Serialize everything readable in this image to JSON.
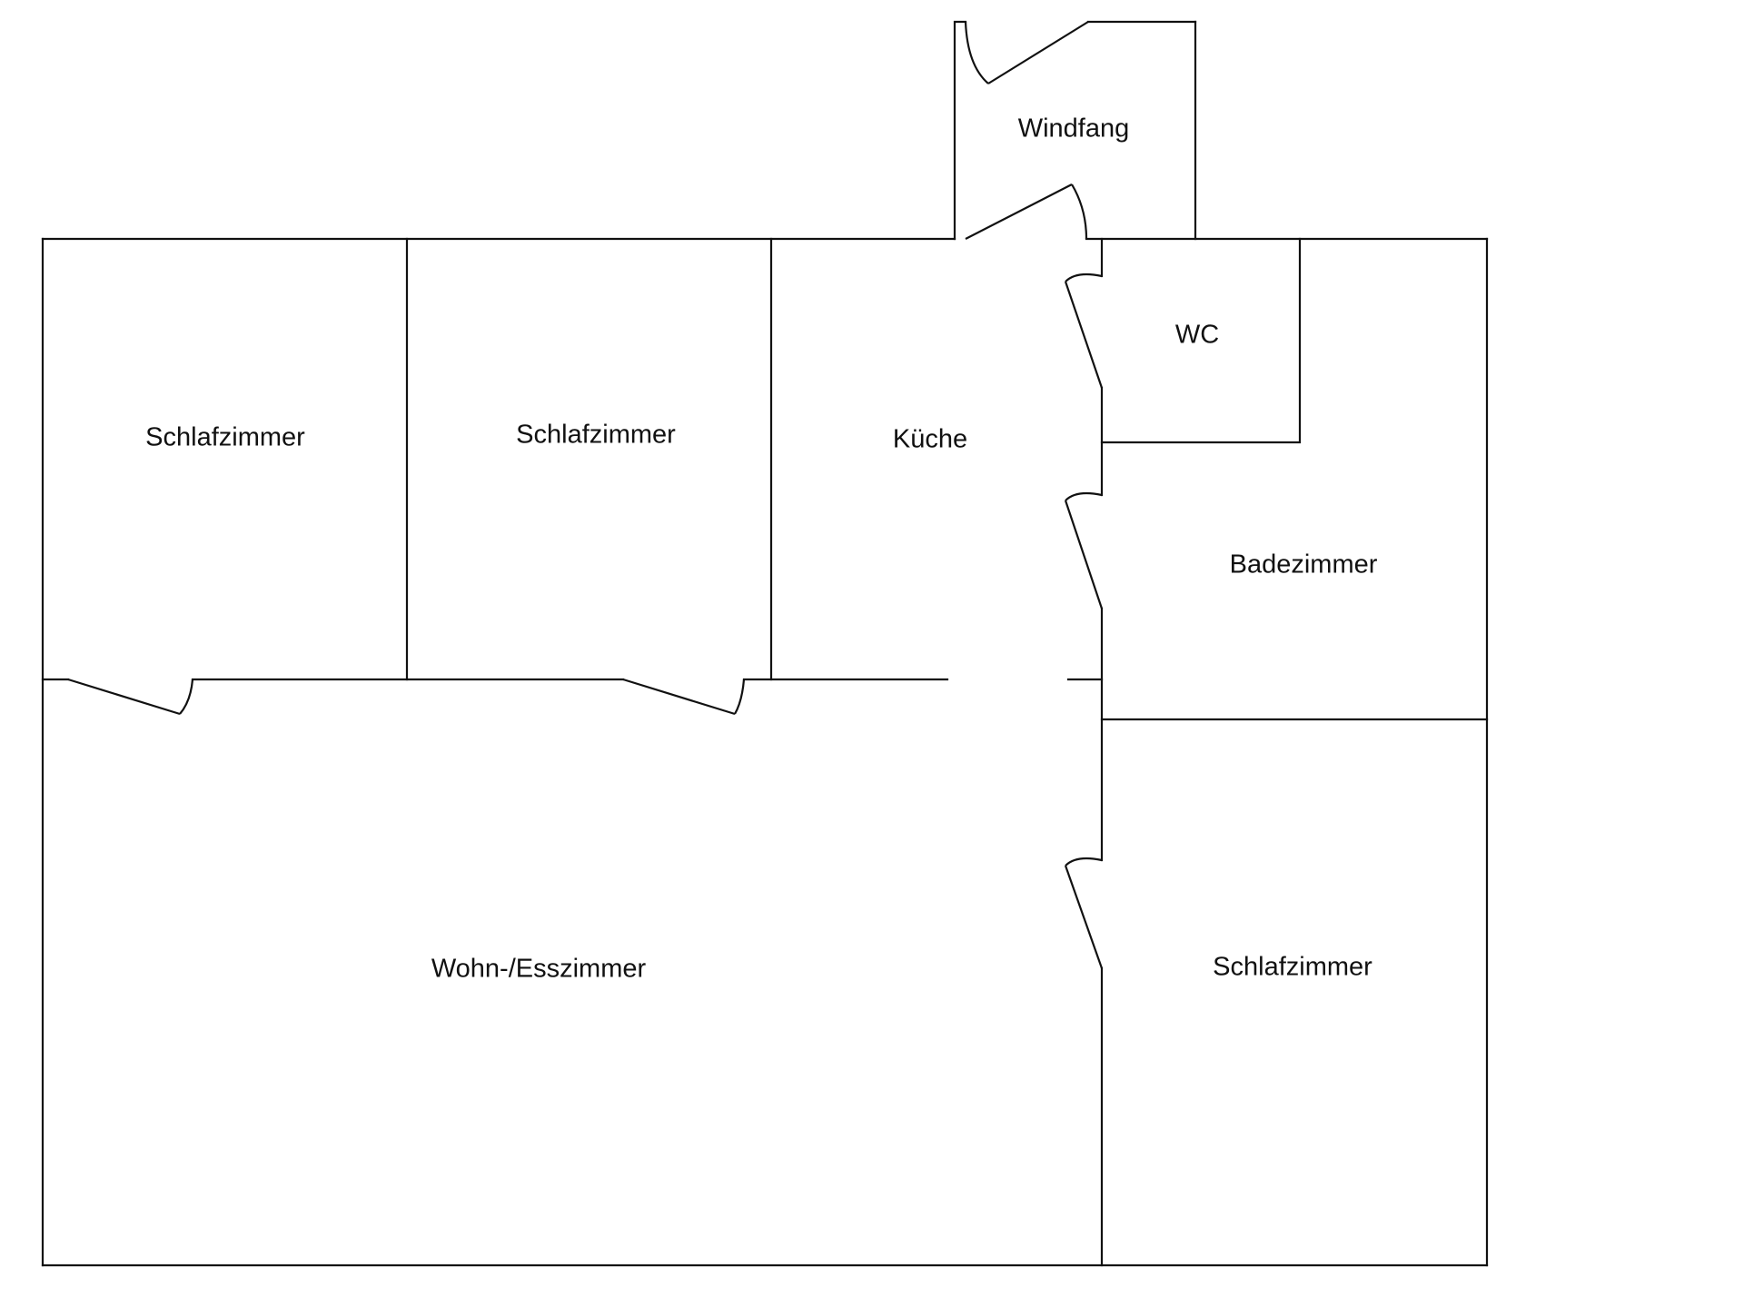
{
  "floorplan": {
    "rooms": [
      {
        "id": "bedroom-1",
        "label": "Schlafzimmer"
      },
      {
        "id": "bedroom-2",
        "label": "Schlafzimmer"
      },
      {
        "id": "kitchen",
        "label": "Küche"
      },
      {
        "id": "vestibule",
        "label": "Windfang"
      },
      {
        "id": "wc",
        "label": "WC"
      },
      {
        "id": "bathroom",
        "label": "Badezimmer"
      },
      {
        "id": "living-dining",
        "label": "Wohn-/Esszimmer"
      },
      {
        "id": "bedroom-3",
        "label": "Schlafzimmer"
      }
    ],
    "colors": {
      "line": "#111111",
      "background": "#ffffff"
    }
  }
}
